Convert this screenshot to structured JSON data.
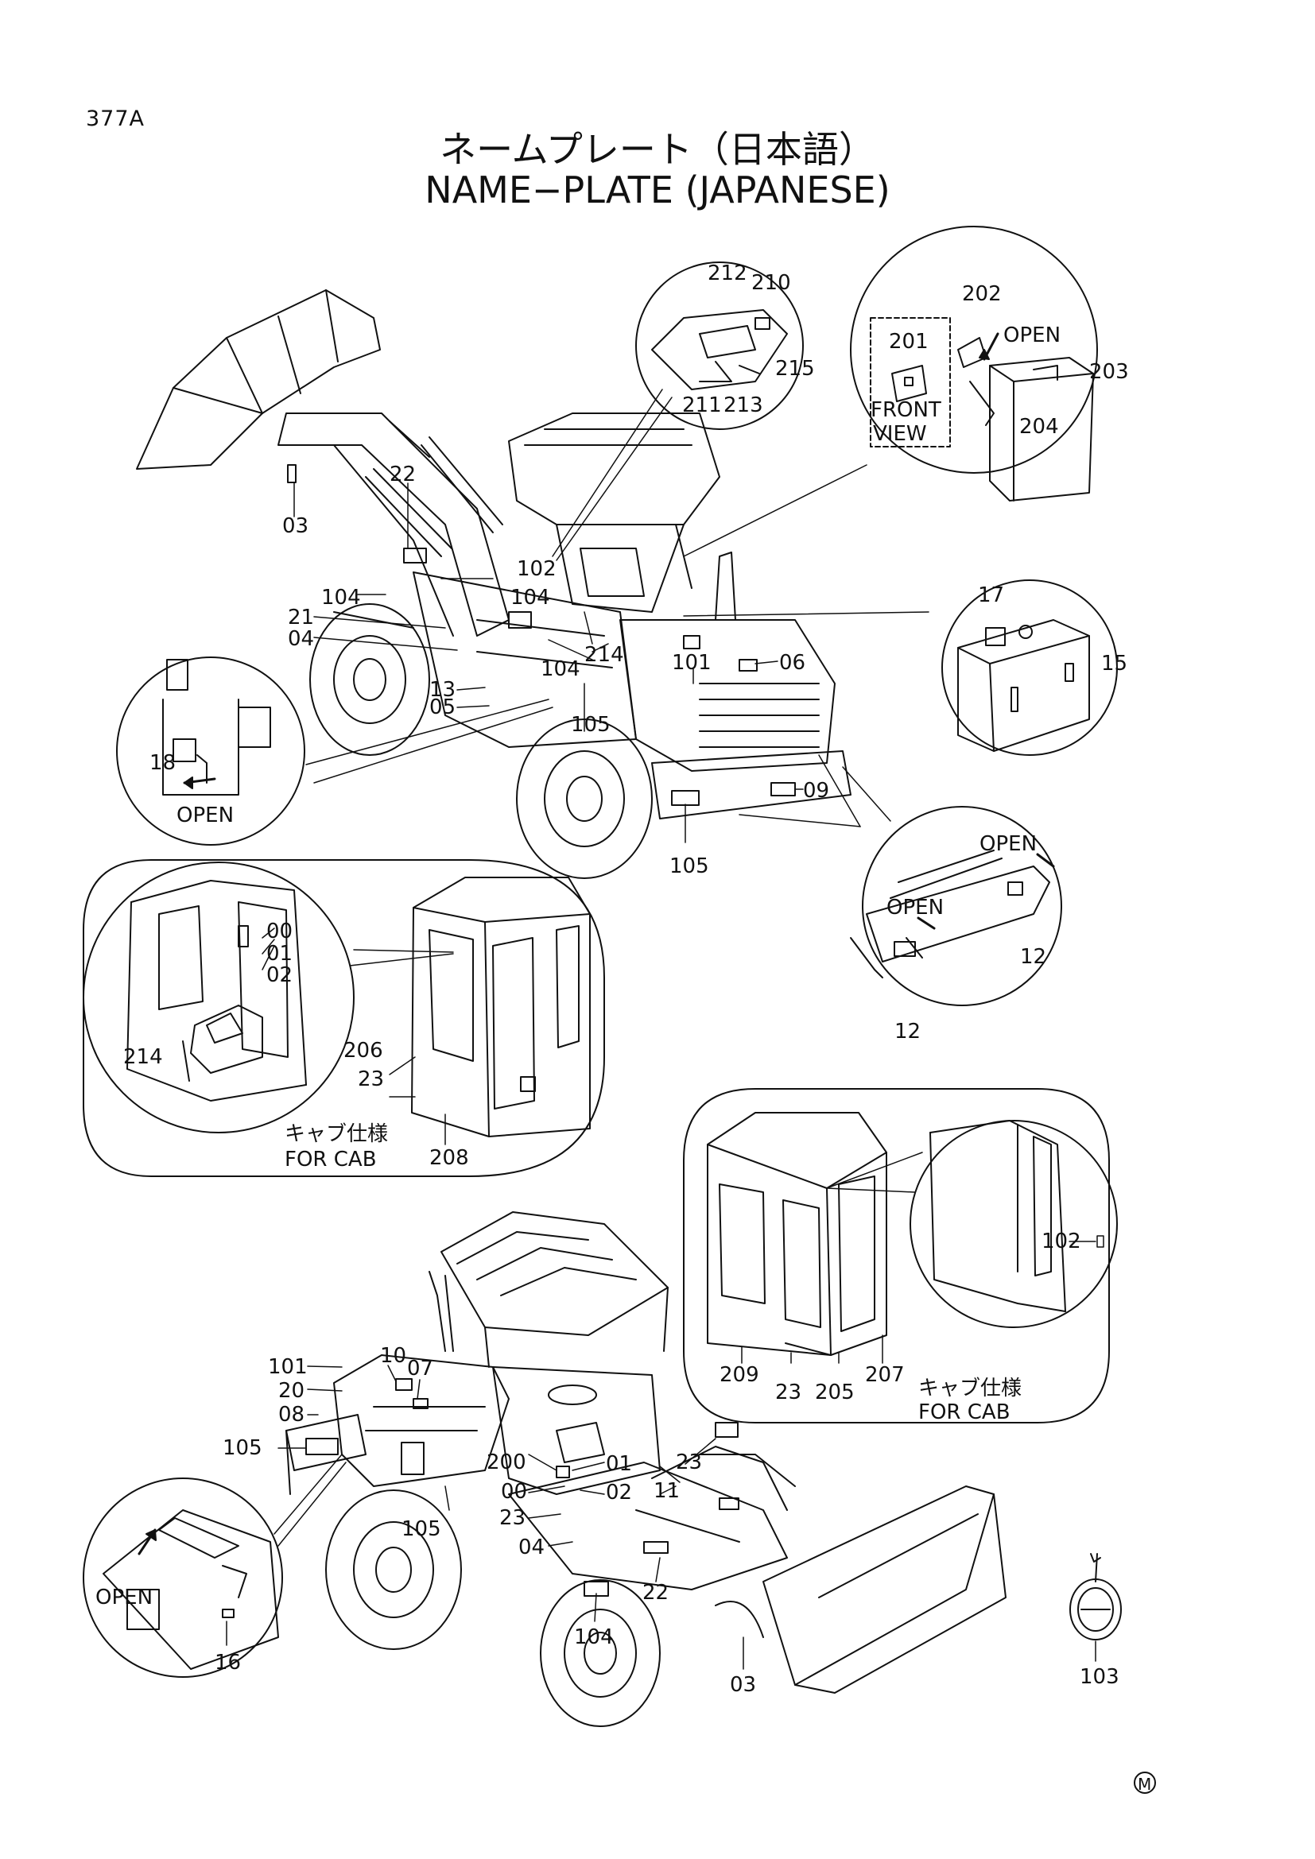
{
  "page": {
    "page_code": "377A",
    "title_jp": "ネームプレート（日本語）",
    "title_en": "NAME−PLATE (JAPANESE)",
    "mark": "M"
  },
  "callouts": {
    "top_machine": [
      "22",
      "03",
      "102",
      "104",
      "104",
      "21",
      "04",
      "104",
      "214",
      "101",
      "06",
      "13",
      "05",
      "105",
      "09",
      "105"
    ],
    "detail_seat_area": [
      "18",
      "OPEN"
    ],
    "detail_console": [
      "212",
      "210",
      "215",
      "211",
      "213"
    ],
    "detail_battery": [
      "202",
      "OPEN",
      "201",
      "FRONT",
      "VIEW",
      "203",
      "204"
    ],
    "detail_tank": [
      "17",
      "15"
    ],
    "detail_grille": [
      "OPEN",
      "OPEN",
      "12",
      "12"
    ],
    "cab_interior": [
      "00",
      "01",
      "02",
      "214"
    ],
    "cab_exterior": [
      "206",
      "23",
      "208"
    ],
    "cab_note": [
      "キャブ仕様",
      "FOR CAB"
    ],
    "cab_rear": [
      "209",
      "23",
      "205",
      "207",
      "102"
    ],
    "cab_rear_note": [
      "キャブ仕様",
      "FOR CAB"
    ],
    "bottom_machine": [
      "10",
      "07",
      "101",
      "20",
      "08",
      "105",
      "200",
      "01",
      "23",
      "00",
      "02",
      "11",
      "23",
      "105",
      "04",
      "22",
      "104",
      "03"
    ],
    "detail_hood": [
      "OPEN",
      "16"
    ],
    "tag": [
      "103"
    ]
  },
  "colors": {
    "ink": "#111111",
    "paper": "#ffffff"
  }
}
